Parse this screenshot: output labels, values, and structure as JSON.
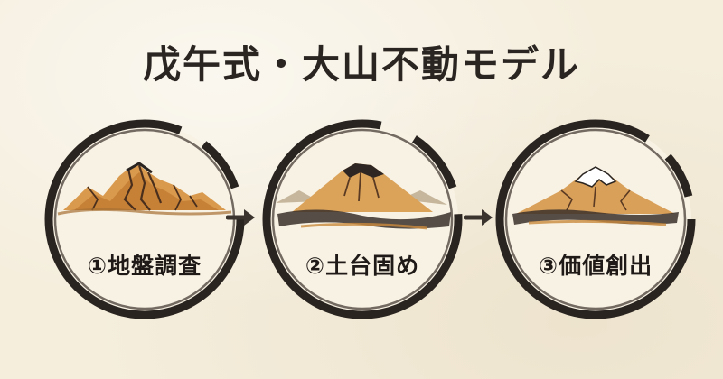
{
  "title": "戊午式・大山不動モデル",
  "steps": [
    {
      "label": "①地盤調査"
    },
    {
      "label": "②土台固め"
    },
    {
      "label": "③価値創出"
    }
  ],
  "colors": {
    "ink": "#2b2522",
    "ochre": "#c98a3c",
    "amber": "#e2a85e",
    "paper": "#f5eedd"
  }
}
